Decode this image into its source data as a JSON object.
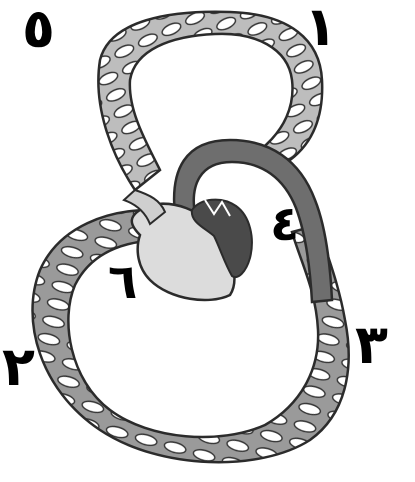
{
  "labels": {
    "n5": "٥",
    "n1": "١",
    "n4": "٤",
    "n6": "٦",
    "n2": "٢",
    "n3": "٣"
  },
  "colors": {
    "oxygenated": "#dcdcdc",
    "deoxygenated": "#6e6e6e",
    "heart_dark": "#4a4a4a",
    "outline": "#2b2b2b"
  }
}
